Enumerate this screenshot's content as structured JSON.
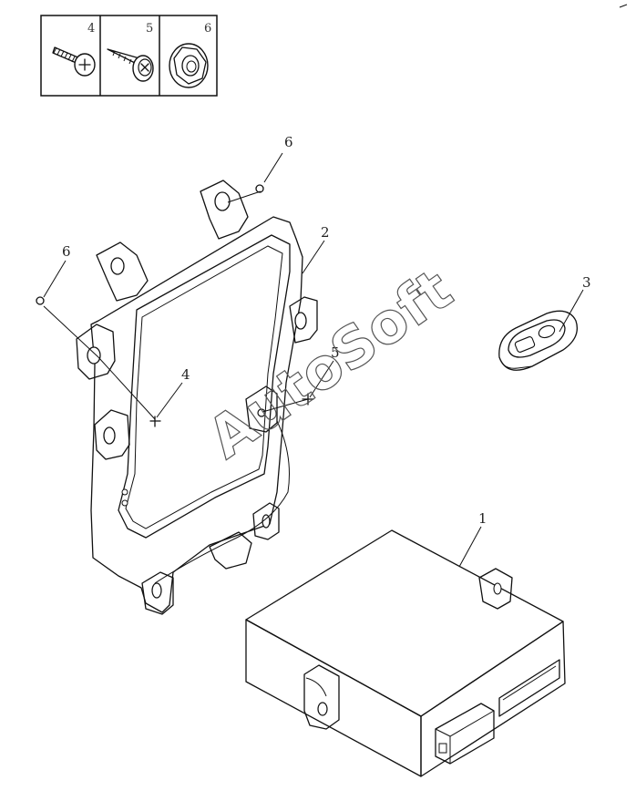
{
  "legend": {
    "cells": [
      {
        "number": "4",
        "icon": "screw-icon"
      },
      {
        "number": "5",
        "icon": "tapping-screw-icon"
      },
      {
        "number": "6",
        "icon": "flange-nut-icon"
      }
    ]
  },
  "callouts": {
    "part_1": "1",
    "part_2": "2",
    "part_3": "3",
    "part_4": "4",
    "part_5": "5",
    "part_6_top": "6",
    "part_6_left": "6"
  },
  "watermark": "AutoSoft"
}
